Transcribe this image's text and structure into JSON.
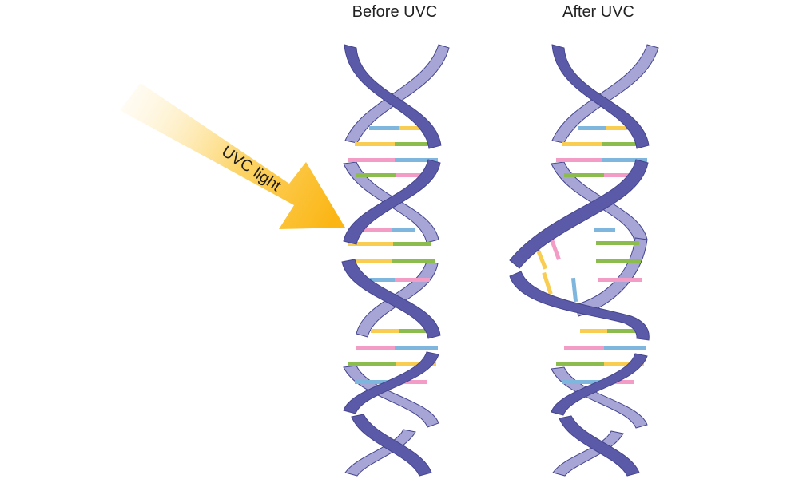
{
  "titles": {
    "before": "Before UVC",
    "after": "After UVC"
  },
  "arrow": {
    "label": "UVC light",
    "color_start": "#fff6df",
    "color_end": "#fbb615"
  },
  "colors": {
    "strand_front": "#5a5aa9",
    "strand_back": "#a6a5d6",
    "strand_outline": "#45458f",
    "base_yellow": "#f9cd52",
    "base_green": "#8cbc4d",
    "base_pink": "#f29cc6",
    "base_blue": "#7fb6de"
  },
  "icons": {
    "arrow": "uvc-light-arrow",
    "helix": "dna-double-helix"
  }
}
